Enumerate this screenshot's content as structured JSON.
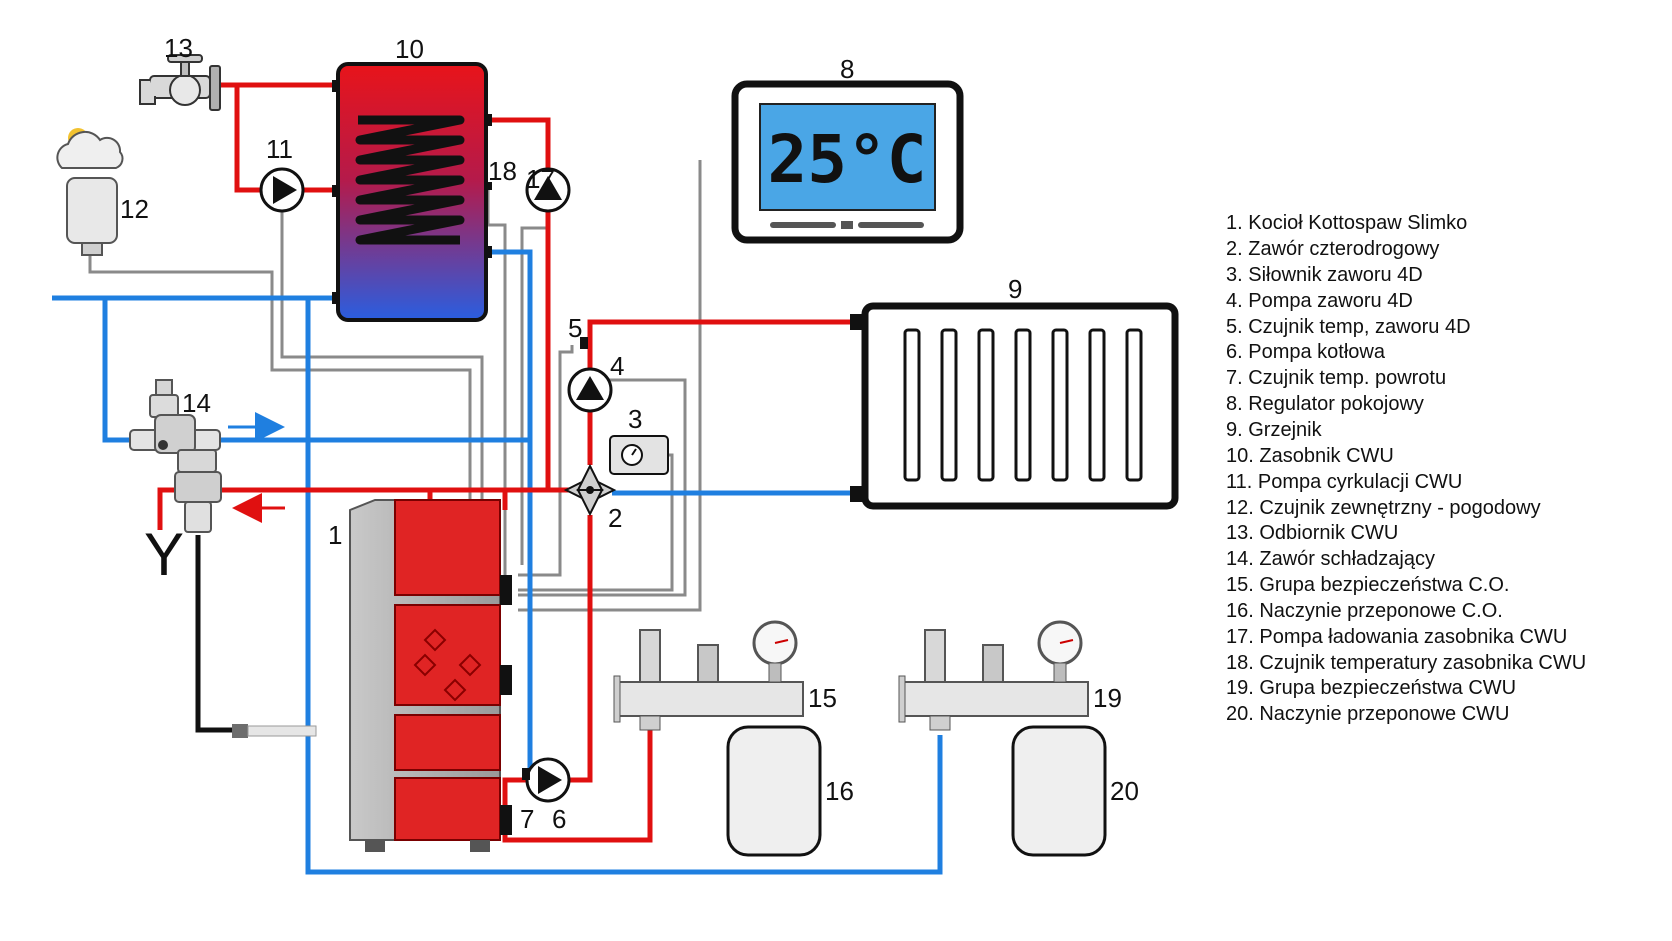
{
  "labels": {
    "n1": "1",
    "n2": "2",
    "n3": "3",
    "n4": "4",
    "n5": "5",
    "n6": "6",
    "n7": "7",
    "n8": "8",
    "n9": "9",
    "n10": "10",
    "n11": "11",
    "n12": "12",
    "n13": "13",
    "n14": "14",
    "n15": "15",
    "n16": "16",
    "n17": "17",
    "n18": "18",
    "n19": "19",
    "n20": "20"
  },
  "regulator_display": "25°C",
  "cold_water_symbol": "Y",
  "legend": [
    "1. Kocioł Kottospaw Slimko",
    "2. Zawór czterodrogowy",
    "3. Siłownik zaworu 4D",
    "4. Pompa zaworu 4D",
    "5. Czujnik temp, zaworu 4D",
    "6. Pompa kotłowa",
    "7. Czujnik temp. powrotu",
    "8. Regulator pokojowy",
    "9. Grzejnik",
    "10. Zasobnik CWU",
    "11. Pompa cyrkulacji CWU",
    "12. Czujnik zewnętrzny - pogodowy",
    "13. Odbiornik CWU",
    "14. Zawór schładzający",
    "15. Grupa bezpieczeństwa C.O.",
    "16. Naczynie przeponowe C.O.",
    "17. Pompa ładowania zasobnika CWU",
    "18. Czujnik temperatury zasobnika CWU",
    "19. Grupa bezpieczeństwa CWU",
    "20. Naczynie przeponowe CWU"
  ],
  "colors": {
    "supply_red": "#e01010",
    "return_blue": "#1f7fe0",
    "signal_gray": "#8a8a8a",
    "boiler_red": "#e02424",
    "display_blue": "#4aa6e6"
  }
}
